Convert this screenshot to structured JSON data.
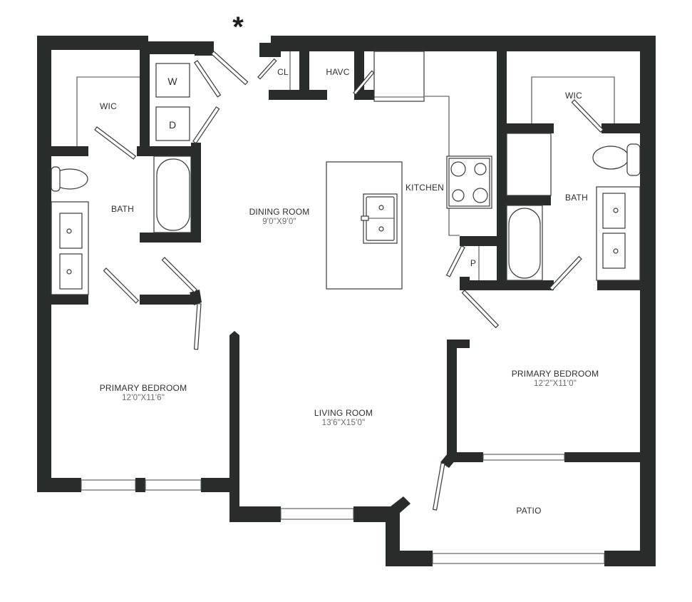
{
  "plan": {
    "entry_marker": "*",
    "wall_color": "#282c2b",
    "rooms": [
      {
        "id": "wic-left",
        "name": "WIC",
        "dims": ""
      },
      {
        "id": "bath-left",
        "name": "BATH",
        "dims": ""
      },
      {
        "id": "bedroom-left",
        "name": "PRIMARY BEDROOM",
        "dims": "12'0\"X11'6\""
      },
      {
        "id": "dining",
        "name": "DINING ROOM",
        "dims": "9'0\"X9'0\""
      },
      {
        "id": "living",
        "name": "LIVING ROOM",
        "dims": "13'6\"X15'0\""
      },
      {
        "id": "kitchen",
        "name": "KITCHEN",
        "dims": ""
      },
      {
        "id": "wic-right",
        "name": "WIC",
        "dims": ""
      },
      {
        "id": "bath-right",
        "name": "BATH",
        "dims": ""
      },
      {
        "id": "bedroom-right",
        "name": "PRIMARY BEDROOM",
        "dims": "12'2\"X11'0\""
      },
      {
        "id": "patio",
        "name": "PATIO",
        "dims": ""
      },
      {
        "id": "closet",
        "name": "CL",
        "dims": ""
      },
      {
        "id": "havc",
        "name": "HAVC",
        "dims": ""
      },
      {
        "id": "pantry",
        "name": "P",
        "dims": ""
      }
    ],
    "appliances": {
      "washer": "W",
      "dryer": "D"
    }
  }
}
